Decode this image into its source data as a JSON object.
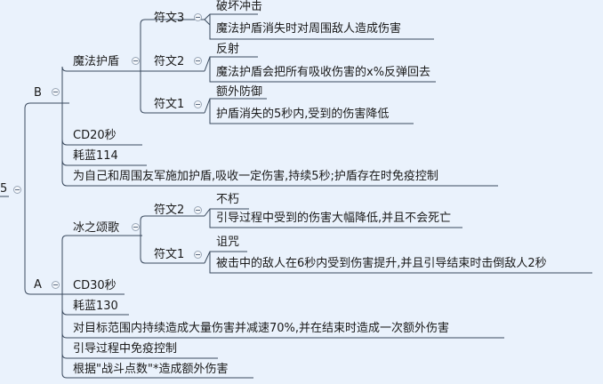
{
  "root": "5",
  "B": {
    "label": "B",
    "shield": {
      "label": "魔法护盾",
      "rune3": {
        "label": "符文3",
        "name": "破坏冲击",
        "desc": "魔法护盾消失时对周围敌人造成伤害"
      },
      "rune2": {
        "label": "符文2",
        "name": "反射",
        "desc": "魔法护盾会把所有吸收伤害的x%反弹回去"
      },
      "rune1": {
        "label": "符文1",
        "name": "额外防御",
        "desc": "护盾消失的5秒内,受到的伤害降低"
      }
    },
    "cd": "CD20秒",
    "cost": "耗蓝114",
    "desc": "为自己和周围友军施加护盾,吸收一定伤害,持续5秒;护盾存在时免疫控制"
  },
  "A": {
    "label": "A",
    "song": {
      "label": "冰之颂歌",
      "rune2": {
        "label": "符文2",
        "name": "不朽",
        "desc": "引导过程中受到的伤害大幅降低,并且不会死亡"
      },
      "rune1": {
        "label": "符文1",
        "name": "诅咒",
        "desc": "被击中的敌人在6秒内受到伤害提升,并且引导结束时击倒敌人2秒"
      }
    },
    "cd": "CD30秒",
    "cost": "耗蓝130",
    "desc": "对目标范围内持续造成大量伤害并减速70%,并在结束时造成一次额外伤害",
    "immune": "引导过程中免疫控制",
    "extra": "根据\"战斗点数\"*造成额外伤害"
  }
}
